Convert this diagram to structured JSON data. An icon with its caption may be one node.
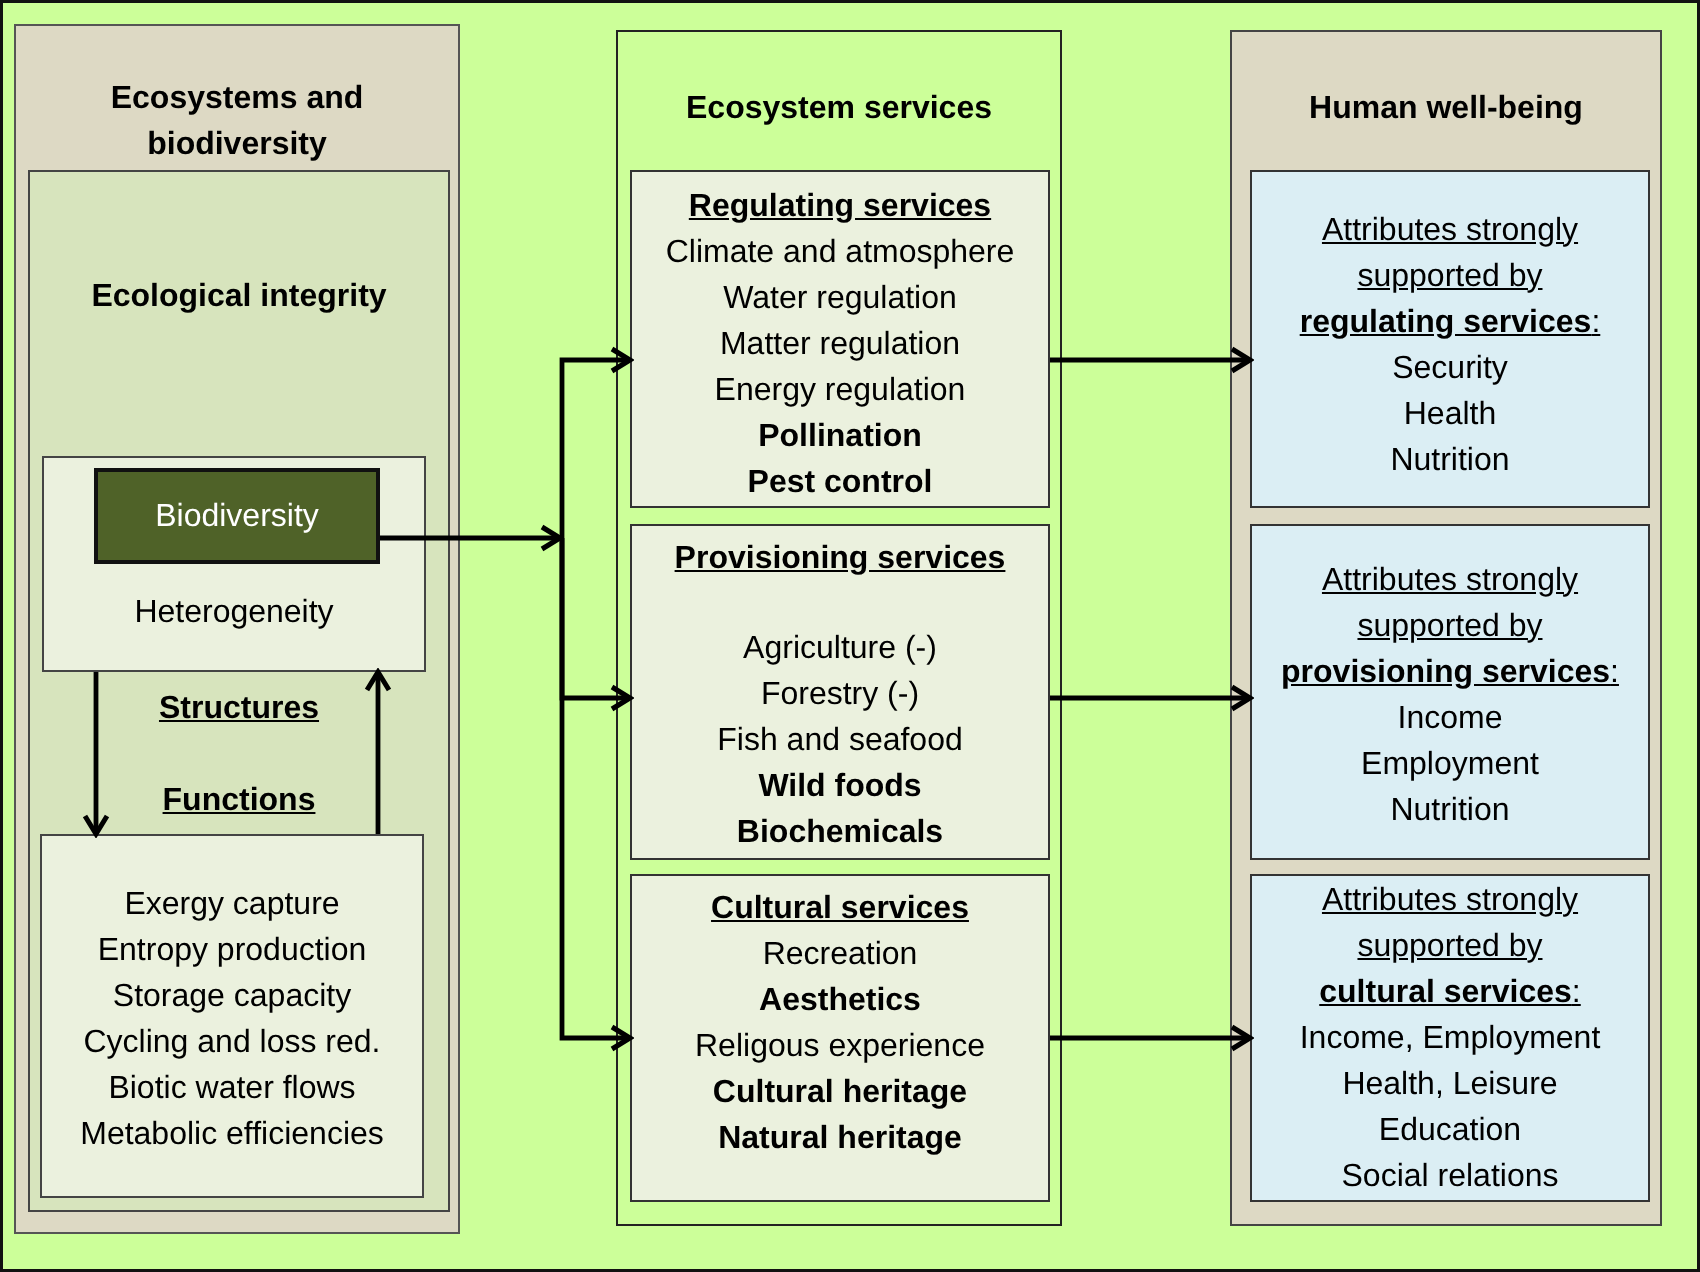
{
  "diagram": {
    "nodes": [
      {
        "text": [
          "Ecosystems and biodiversity"
        ]
      },
      {
        "text": [
          "Ecological integrity",
          "Structures",
          "Functions"
        ],
        "in": 0
      },
      {
        "text": [
          "Heterogeneity"
        ],
        "in": 1
      },
      {
        "text": [
          "Biodiversity"
        ],
        "in": 2
      },
      {
        "text": [
          "Exergy capture",
          "Entropy production",
          "Storage capacity",
          "Cycling and loss red.",
          "Biotic water flows",
          "Metabolic efficiencies"
        ],
        "in": 1
      },
      {
        "text": [
          "Ecosystem services"
        ]
      },
      {
        "text": [
          "Regulating services",
          "Climate and atmosphere",
          "Water regulation",
          "Matter regulation",
          "Energy regulation",
          "Pollination",
          "Pest control"
        ],
        "in": 5
      },
      {
        "text": [
          "Provisioning services",
          "Agriculture (-)",
          "Forestry (-)",
          "Fish and seafood",
          "Wild foods",
          "Biochemicals"
        ],
        "in": 5
      },
      {
        "text": [
          "Cultural services",
          "Recreation",
          "Aesthetics",
          "Religous experience",
          "Cultural heritage",
          "Natural heritage"
        ],
        "in": 5
      },
      {
        "text": [
          "Human well-being"
        ]
      },
      {
        "text": [
          "Attributes strongly supported by **regulating services**:",
          "Security",
          "Health",
          "Nutrition"
        ],
        "in": 9
      },
      {
        "text": [
          "Attributes strongly supported by **provisioning services**:",
          "Income",
          "Employment",
          "Nutrition"
        ],
        "in": 9
      },
      {
        "text": [
          "Attributes strongly supported by **cultural services**:",
          "Income, Employment",
          "Health, Leisure",
          "Education",
          "Social relations"
        ],
        "in": 9
      }
    ],
    "edges": [
      {
        "from": 3,
        "to": 6,
        "arrow": "to"
      },
      {
        "from": 3,
        "to": 7,
        "arrow": "to"
      },
      {
        "from": 3,
        "to": 8,
        "arrow": "to"
      },
      {
        "from": 2,
        "to": 4,
        "arrow": "to"
      },
      {
        "from": 4,
        "to": 2,
        "arrow": "to"
      },
      {
        "from": 6,
        "to": 10,
        "arrow": "to"
      },
      {
        "from": 7,
        "to": 11,
        "arrow": "to"
      },
      {
        "from": 8,
        "to": 12,
        "arrow": "to"
      }
    ]
  }
}
